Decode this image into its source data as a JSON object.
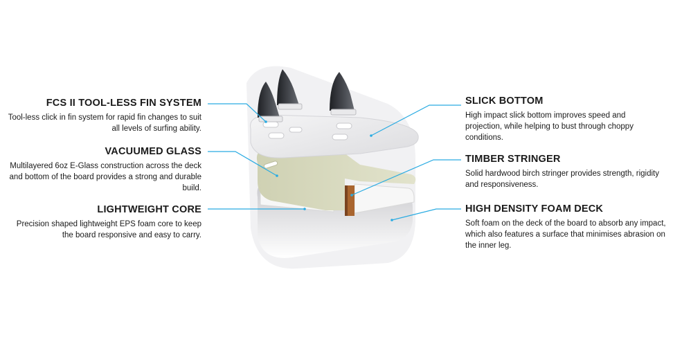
{
  "callouts": {
    "fcs": {
      "title": "FCS II TOOL-LESS FIN SYSTEM",
      "desc": "Tool-less click in fin system for rapid fin changes to suit all levels of surfing ability."
    },
    "glass": {
      "title": "VACUUMED GLASS",
      "desc": "Multilayered 6oz E-Glass construction across the deck and bottom of the board provides a strong and durable build."
    },
    "core": {
      "title": "LIGHTWEIGHT CORE",
      "desc": "Precision shaped lightweight EPS foam core to keep the board responsive and easy to carry."
    },
    "slick": {
      "title": "SLICK BOTTOM",
      "desc": "High impact slick bottom improves speed and projection, while helping to bust through choppy conditions."
    },
    "timber": {
      "title": "TIMBER STRINGER",
      "desc": "Solid hardwood birch stringer provides strength, rigidity and responsiveness."
    },
    "foam": {
      "title": "HIGH DENSITY FOAM DECK",
      "desc": "Soft foam on the deck of the board to absorb any impact, which also features a surface that minimises abrasion on the inner leg."
    }
  },
  "colors": {
    "leader": "#29abe2",
    "glass": "#d6d8bc",
    "stringer": "#b06a38",
    "fin": "#2f3237"
  }
}
